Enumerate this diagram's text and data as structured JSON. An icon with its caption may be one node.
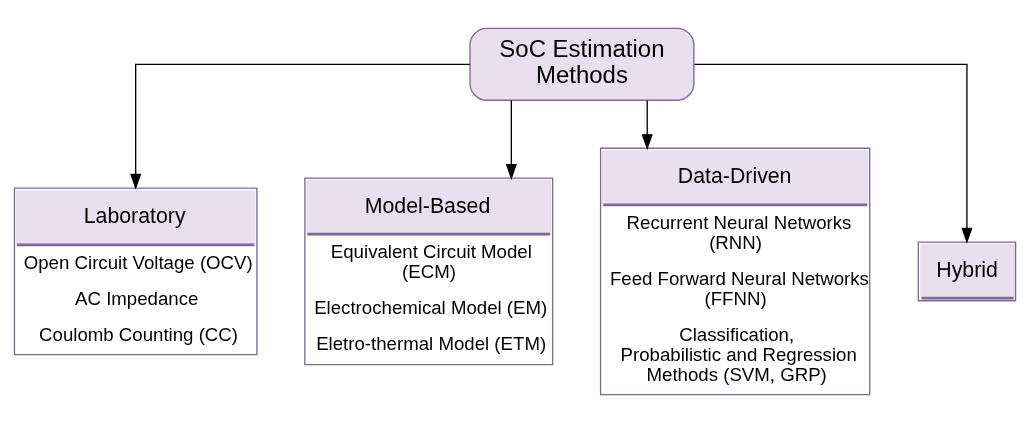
{
  "diagram": {
    "nodes": [
      {
        "text": [
          "SoC Estimation Methods"
        ]
      },
      {
        "text": [
          "Laboratory",
          "Open Circuit Voltage (OCV)",
          "AC Impedance",
          "Coulomb Counting (CC)"
        ]
      },
      {
        "text": [
          "Model-Based",
          "Equivalent Circuit Model (ECM)",
          "Electrochemical Model (EM)",
          "Eletro-thermal Model (ETM)"
        ]
      },
      {
        "text": [
          "Data-Driven",
          "Recurrent Neural Networks (RNN)",
          "Feed Forward Neural Networks (FFNN)",
          "Classification, Probabilistic and Regression Methods (SVM, GRP)"
        ]
      },
      {
        "text": [
          "Hybrid"
        ]
      }
    ],
    "edges": [
      {
        "from": 0,
        "to": 1,
        "arrow": "to"
      },
      {
        "from": 0,
        "to": 2,
        "arrow": "to"
      },
      {
        "from": 0,
        "to": 3,
        "arrow": "to"
      },
      {
        "from": 0,
        "to": 4,
        "arrow": "to"
      }
    ]
  }
}
